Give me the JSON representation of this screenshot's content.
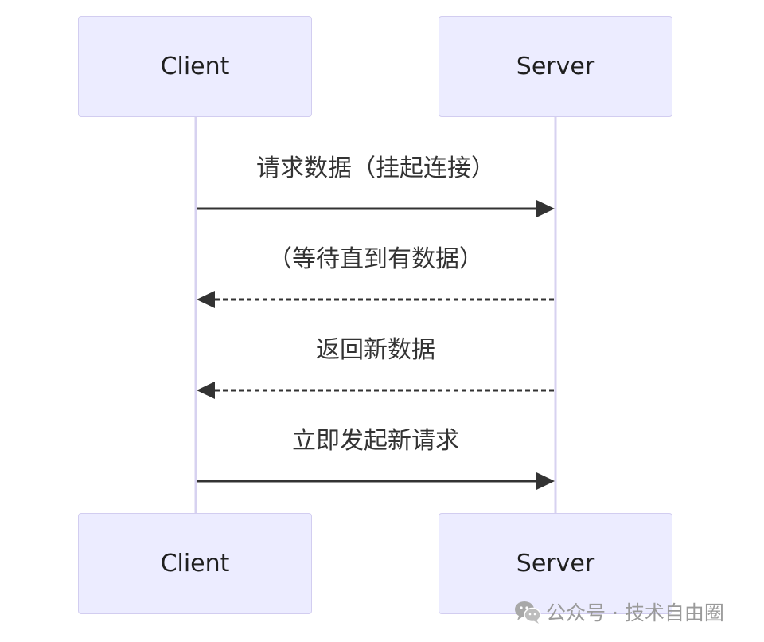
{
  "actors": {
    "client_top": "Client",
    "server_top": "Server",
    "client_bottom": "Client",
    "server_bottom": "Server"
  },
  "messages": [
    {
      "label": "请求数据（挂起连接）",
      "direction": "client-to-server",
      "style": "solid"
    },
    {
      "label": "（等待直到有数据）",
      "direction": "server-to-client",
      "style": "dashed"
    },
    {
      "label": "返回新数据",
      "direction": "server-to-client",
      "style": "dashed"
    },
    {
      "label": "立即发起新请求",
      "direction": "client-to-server",
      "style": "solid"
    }
  ],
  "watermark": {
    "text": "公众号 · 技术自由圈",
    "icon": "wechat-icon"
  },
  "colors": {
    "actor_fill": "#ececff",
    "actor_border": "#d2cdf0",
    "lifeline": "#d7d2f0",
    "arrow": "#333333"
  }
}
